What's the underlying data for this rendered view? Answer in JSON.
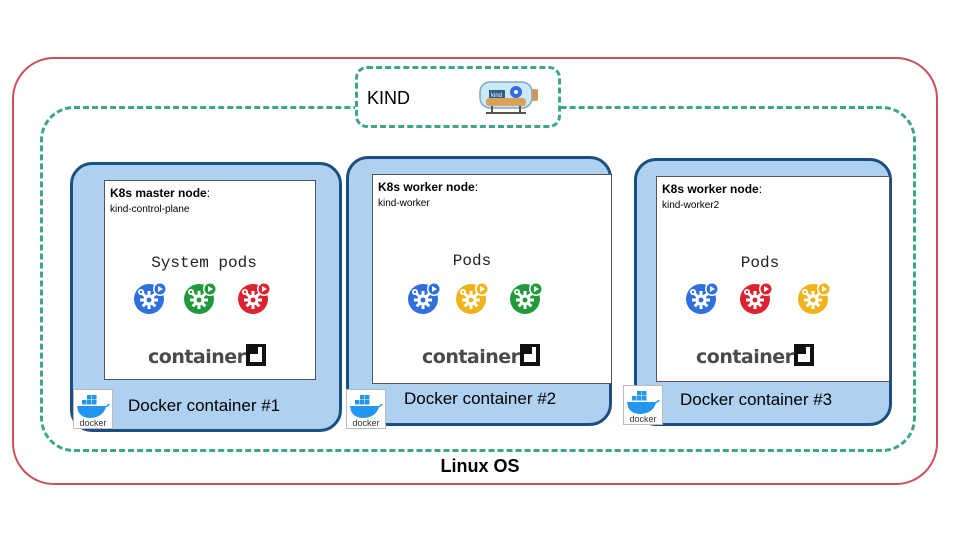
{
  "os": {
    "label": "Linux OS"
  },
  "kind": {
    "label": "KIND",
    "logo_icon": "kind-bottle-icon"
  },
  "nodes": [
    {
      "title": "K8s master node",
      "name": "kind-control-plane",
      "pods_label": "System pods",
      "pod_colors": [
        "#2f6fde",
        "#229a3b",
        "#dc2430"
      ],
      "runtime": "containerd",
      "container_label": "Docker container #1"
    },
    {
      "title": "K8s worker node",
      "name": "kind-worker",
      "pods_label": "Pods",
      "pod_colors": [
        "#2f6fde",
        "#f0b31a",
        "#229a3b"
      ],
      "runtime": "containerd",
      "container_label": "Docker container #2"
    },
    {
      "title": "K8s worker node",
      "name": "kind-worker2",
      "pods_label": "Pods",
      "pod_colors": [
        "#2f6fde",
        "#dc2430",
        "#f0b31a"
      ],
      "runtime": "containerd",
      "container_label": "Docker container #3"
    }
  ],
  "docker": {
    "label": "docker",
    "icon": "docker-whale-icon"
  },
  "colors": {
    "os_border": "#c9505c",
    "kind_border": "#3da58a",
    "node_fill": "#aed1f1",
    "node_border": "#1b4f80"
  }
}
